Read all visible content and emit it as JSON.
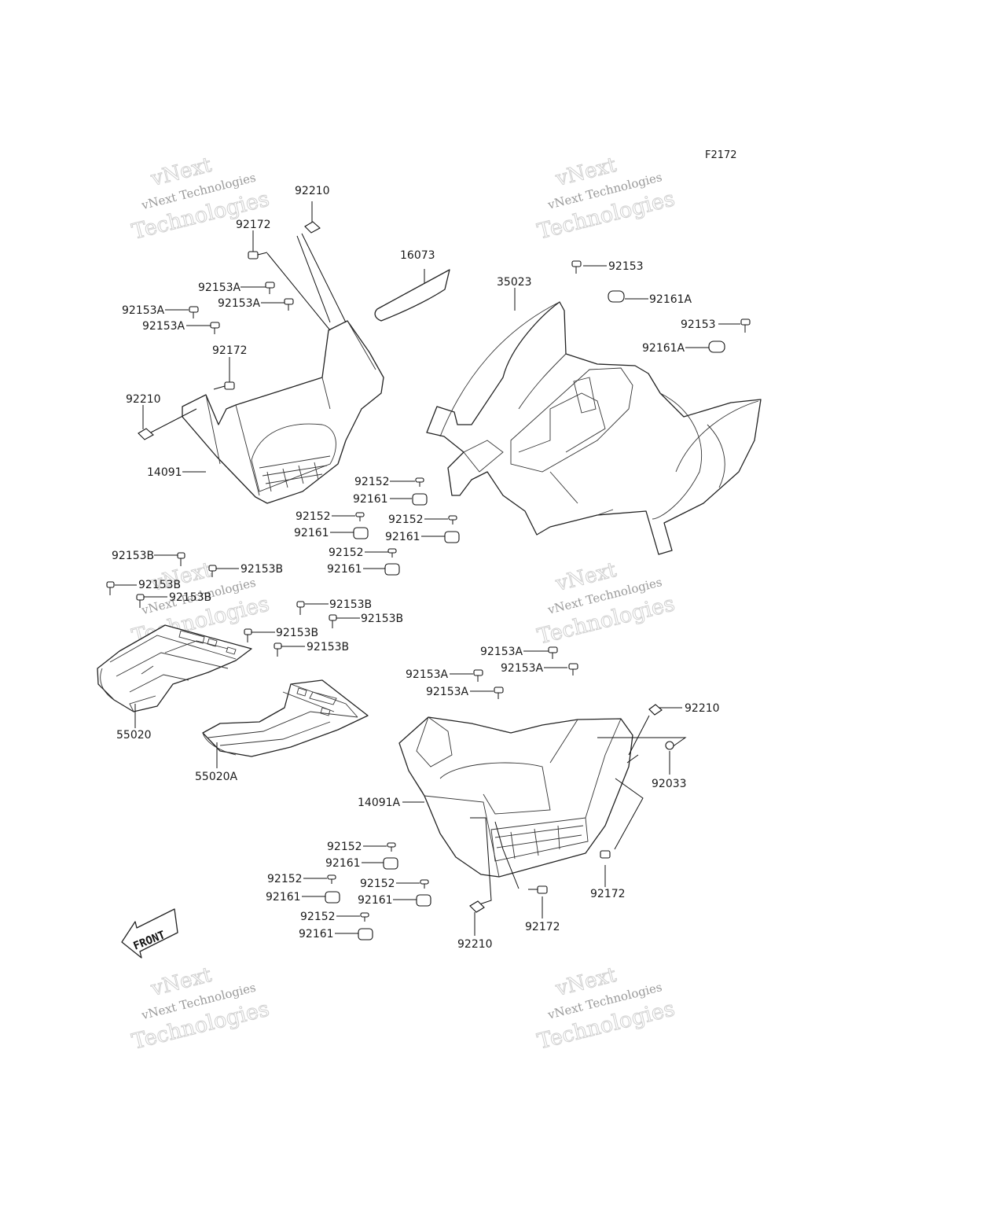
{
  "diagram_code": "F2172",
  "watermark": {
    "line1": "vNext",
    "line2": "vNext Technologies",
    "line3": "Technologies"
  },
  "front_label": "FRONT",
  "labels": [
    {
      "id": "l01",
      "text": "92210"
    },
    {
      "id": "l02",
      "text": "92172"
    },
    {
      "id": "l03",
      "text": "16073"
    },
    {
      "id": "l04",
      "text": "92153A"
    },
    {
      "id": "l05",
      "text": "92153A"
    },
    {
      "id": "l06",
      "text": "92153A"
    },
    {
      "id": "l07",
      "text": "92153A"
    },
    {
      "id": "l08",
      "text": "92153"
    },
    {
      "id": "l09",
      "text": "35023"
    },
    {
      "id": "l10",
      "text": "92161A"
    },
    {
      "id": "l11",
      "text": "92153"
    },
    {
      "id": "l12",
      "text": "92161A"
    },
    {
      "id": "l13",
      "text": "92172"
    },
    {
      "id": "l14",
      "text": "92210"
    },
    {
      "id": "l15",
      "text": "14091"
    },
    {
      "id": "l16",
      "text": "92152"
    },
    {
      "id": "l17",
      "text": "92161"
    },
    {
      "id": "l18",
      "text": "92152"
    },
    {
      "id": "l19",
      "text": "92152"
    },
    {
      "id": "l20",
      "text": "92161"
    },
    {
      "id": "l21",
      "text": "92161"
    },
    {
      "id": "l22",
      "text": "92152"
    },
    {
      "id": "l23",
      "text": "92161"
    },
    {
      "id": "l24",
      "text": "92153B"
    },
    {
      "id": "l25",
      "text": "92153B"
    },
    {
      "id": "l26",
      "text": "92153B"
    },
    {
      "id": "l27",
      "text": "92153B"
    },
    {
      "id": "l28",
      "text": "92153B"
    },
    {
      "id": "l29",
      "text": "92153B"
    },
    {
      "id": "l30",
      "text": "92153B"
    },
    {
      "id": "l31",
      "text": "92153B"
    },
    {
      "id": "l32",
      "text": "55020"
    },
    {
      "id": "l33",
      "text": "55020A"
    },
    {
      "id": "l34",
      "text": "92153A"
    },
    {
      "id": "l35",
      "text": "92153A"
    },
    {
      "id": "l36",
      "text": "92153A"
    },
    {
      "id": "l37",
      "text": "92153A"
    },
    {
      "id": "l38",
      "text": "92210"
    },
    {
      "id": "l39",
      "text": "92033"
    },
    {
      "id": "l40",
      "text": "14091A"
    },
    {
      "id": "l41",
      "text": "92152"
    },
    {
      "id": "l42",
      "text": "92161"
    },
    {
      "id": "l43",
      "text": "92152"
    },
    {
      "id": "l44",
      "text": "92152"
    },
    {
      "id": "l45",
      "text": "92161"
    },
    {
      "id": "l46",
      "text": "92161"
    },
    {
      "id": "l47",
      "text": "92152"
    },
    {
      "id": "l48",
      "text": "92161"
    },
    {
      "id": "l49",
      "text": "92172"
    },
    {
      "id": "l50",
      "text": "92172"
    },
    {
      "id": "l51",
      "text": "92210"
    }
  ]
}
